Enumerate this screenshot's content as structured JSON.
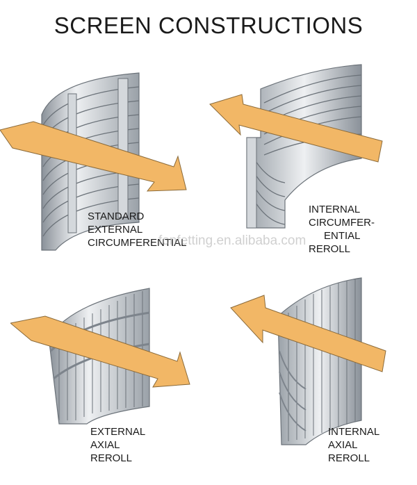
{
  "title": "SCREEN CONSTRUCTIONS",
  "watermark": "fonfetting.en.alibaba.com",
  "panels": [
    {
      "lines": [
        "STANDARD",
        "EXTERNAL",
        "CIRCUMFERENTIAL"
      ]
    },
    {
      "lines": [
        "INTERNAL",
        "CIRCUMFER-",
        "ENTIAL",
        "REROLL"
      ]
    },
    {
      "lines": [
        "EXTERNAL",
        "AXIAL",
        "REROLL"
      ]
    },
    {
      "lines": [
        "INTERNAL",
        "AXIAL",
        "REROLL"
      ]
    }
  ],
  "colors": {
    "arrow": "#f2b766",
    "arrow_stroke": "#8a6a3a",
    "metal_light": "#e9ecef",
    "metal_mid": "#c3c8ce",
    "metal_dark": "#7d848c"
  }
}
